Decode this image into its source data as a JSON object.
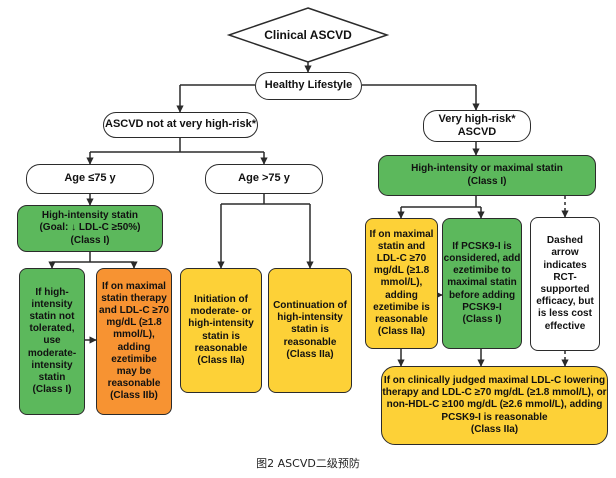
{
  "diagram": {
    "start": "Clinical ASCVD",
    "lifestyle": "Healthy Lifestyle",
    "not_very_high": "ASCVD not at very high-risk*",
    "very_high": "Very high-risk*\nASCVD",
    "age_le75": "Age ≤75 y",
    "age_gt75": "Age >75 y",
    "high_intensity": "High-intensity statin\n(Goal: ↓ LDL-C ≥50%)\n(Class I)",
    "not_tolerated": "If high-\nintensity\nstatin not\ntolerated,\nuse\nmoderate-\nintensity\nstatin\n(Class I)",
    "add_ezetimibe_ldl": "If on maximal\nstatin therapy\nand LDL-C ≥70\nmg/dL (≥1.8\nmmol/L),\nadding\nezetimibe\nmay be\nreasonable\n(Class IIb)",
    "initiation_moderate": "Initiation of\nmoderate- or\nhigh-intensity\nstatin is\nreasonable\n(Class IIa)",
    "continuation": "Continuation of\nhigh-intensity\nstatin is\nreasonable\n(Class IIa)",
    "high_maximal": "High-intensity or maximal statin\n(Class I)",
    "max_statin_ezetimibe": "If on maximal\nstatin and\nLDL-C ≥70\nmg/dL (≥1.8\nmmol/L),\nadding\nezetimibe is\nreasonable\n(Class IIa)",
    "pcsk9_considered": "If PCSK9-I is\nconsidered, add\nezetimibe to\nmaximal statin\nbefore adding\nPCSK9-I\n(Class I)",
    "dashed_note": "Dashed\narrow\nindicates\nRCT-\nsupported\nefficacy, but\nis less cost\neffective",
    "pcsk9_reasonable": "If on clinically judged maximal LDL-C lowering\ntherapy and LDL-C ≥70 mg/dL (≥1.8 mmol/L), or\nnon-HDL-C ≥100 mg/dL (≥2.6 mmol/L), adding\nPCSK9-I is reasonable\n(Class IIa)"
  },
  "caption": "图2  ASCVD二级预防",
  "colors": {
    "green": "#5cb85c",
    "yellow": "#fdd137",
    "orange": "#f79332",
    "line": "#2b2b2b"
  }
}
